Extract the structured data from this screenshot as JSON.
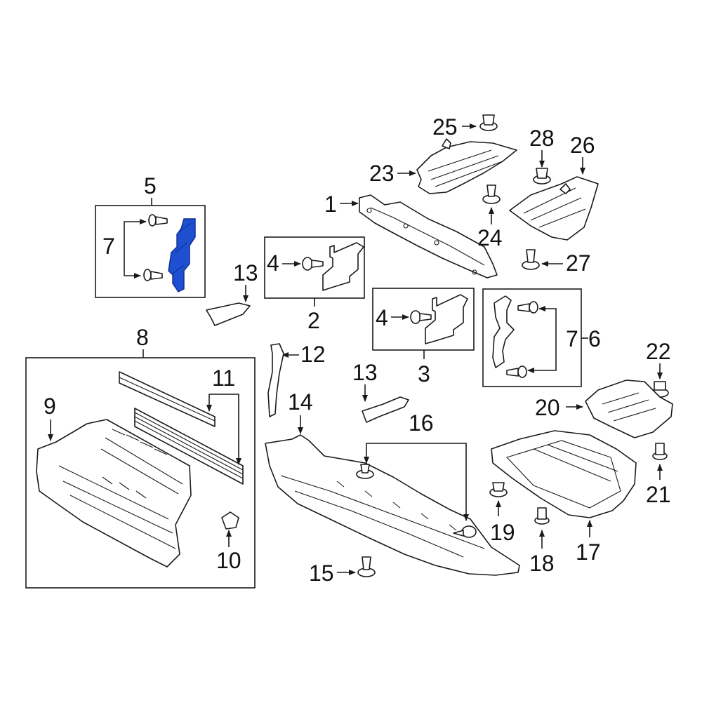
{
  "diagram": {
    "highlight_color": "#1f4fd1",
    "line_color": "#1a1a1a",
    "callouts": {
      "c1": "1",
      "c2": "2",
      "c3": "3",
      "c4a": "4",
      "c4b": "4",
      "c5": "5",
      "c6": "6",
      "c7a": "7",
      "c7b": "7",
      "c8": "8",
      "c9": "9",
      "c10": "10",
      "c11": "11",
      "c12": "12",
      "c13a": "13",
      "c13b": "13",
      "c14": "14",
      "c15": "15",
      "c16": "16",
      "c17": "17",
      "c18": "18",
      "c19": "19",
      "c20": "20",
      "c21": "21",
      "c22": "22",
      "c23": "23",
      "c24": "24",
      "c25": "25",
      "c26": "26",
      "c27": "27",
      "c28": "28"
    },
    "highlighted_part": "5"
  }
}
